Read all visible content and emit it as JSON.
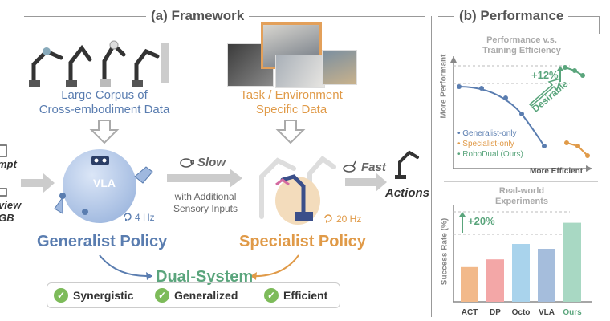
{
  "framework": {
    "title": "(a) Framework",
    "corpus_line1": "Large Corpus of",
    "corpus_line2": "Cross-embodiment Data",
    "task_line1": "Task / Environment",
    "task_line2": "Specific Data",
    "left_input1": "mpt",
    "left_input2": "view",
    "left_input3": "GB",
    "vla_label": "VLA",
    "vla_freq": "4 Hz",
    "slow_label": "Slow",
    "sensory_line1": "with Additional",
    "sensory_line2": "Sensory Inputs",
    "specialist_freq": "20 Hz",
    "fast_label": "Fast",
    "actions_label": "Actions",
    "generalist_title": "Generalist Policy",
    "specialist_title": "Specialist Policy",
    "dual_system": "Dual-System",
    "properties": [
      "Synergistic",
      "Generalized",
      "Efficient"
    ],
    "colors": {
      "blue": "#5a7db0",
      "orange": "#e09a48",
      "green": "#5aa57c"
    }
  },
  "performance": {
    "title": "(b) Performance",
    "chart1": {
      "title_line1": "Performance v.s.",
      "title_line2": "Training Efficiency",
      "ylabel": "More Performant",
      "xlabel": "More Efficient",
      "gain": "+12%",
      "desirable": "Desirable",
      "legend": [
        "Generalist-only",
        "Specialist-only",
        "RoboDual (Ours)"
      ]
    },
    "chart2": {
      "title_line1": "Real-world",
      "title_line2": "Experiments",
      "ylabel": "Success Rate (%)",
      "gain": "+20%"
    }
  },
  "chart_data": {
    "type": "bar",
    "categories": [
      "ACT",
      "DP",
      "Octo",
      "VLA",
      "Ours"
    ],
    "values": [
      36,
      44,
      60,
      55,
      82
    ],
    "ylim": [
      0,
      100
    ],
    "colors": [
      "#f2b98a",
      "#f3a7a7",
      "#a9d3ec",
      "#a5bddc",
      "#a8d8c3"
    ]
  }
}
